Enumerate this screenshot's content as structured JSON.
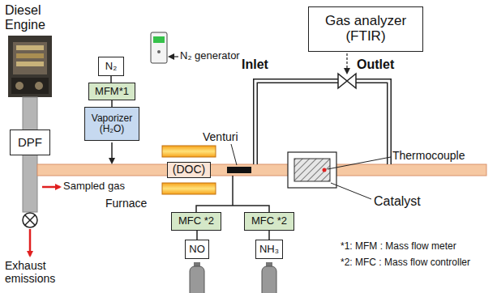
{
  "diagram": {
    "nodes": [
      {
        "text": [
          "DPF"
        ]
      },
      {
        "text": [
          "N₂"
        ]
      },
      {
        "text": [
          "MFM*1"
        ]
      },
      {
        "text": [
          "Vaporizer (H₂O)"
        ]
      },
      {
        "text": [
          "(DOC)"
        ]
      },
      {
        "text": [
          "MFC *2"
        ]
      },
      {
        "text": [
          "MFC *2"
        ]
      },
      {
        "text": [
          "NO"
        ]
      },
      {
        "text": [
          "NH₃"
        ]
      },
      {
        "text": [
          "Gas analyzer (FTIR)"
        ]
      }
    ],
    "edges": [
      {
        "from": 1,
        "to": 2,
        "arrow": "none"
      },
      {
        "from": 2,
        "to": 3,
        "arrow": "none"
      },
      {
        "from": 5,
        "to": 7,
        "arrow": "none"
      },
      {
        "from": 6,
        "to": 8,
        "arrow": "none"
      }
    ],
    "labels": [
      "Diesel Engine",
      "N₂ generator",
      "Sampled gas",
      "Furnace",
      "Venturi",
      "Inlet",
      "Outlet",
      "Thermocouple",
      "Catalyst",
      "Exhaust emissions",
      "*1: MFM : Mass flow meter",
      "*2: MFC : Mass flow controller"
    ]
  }
}
